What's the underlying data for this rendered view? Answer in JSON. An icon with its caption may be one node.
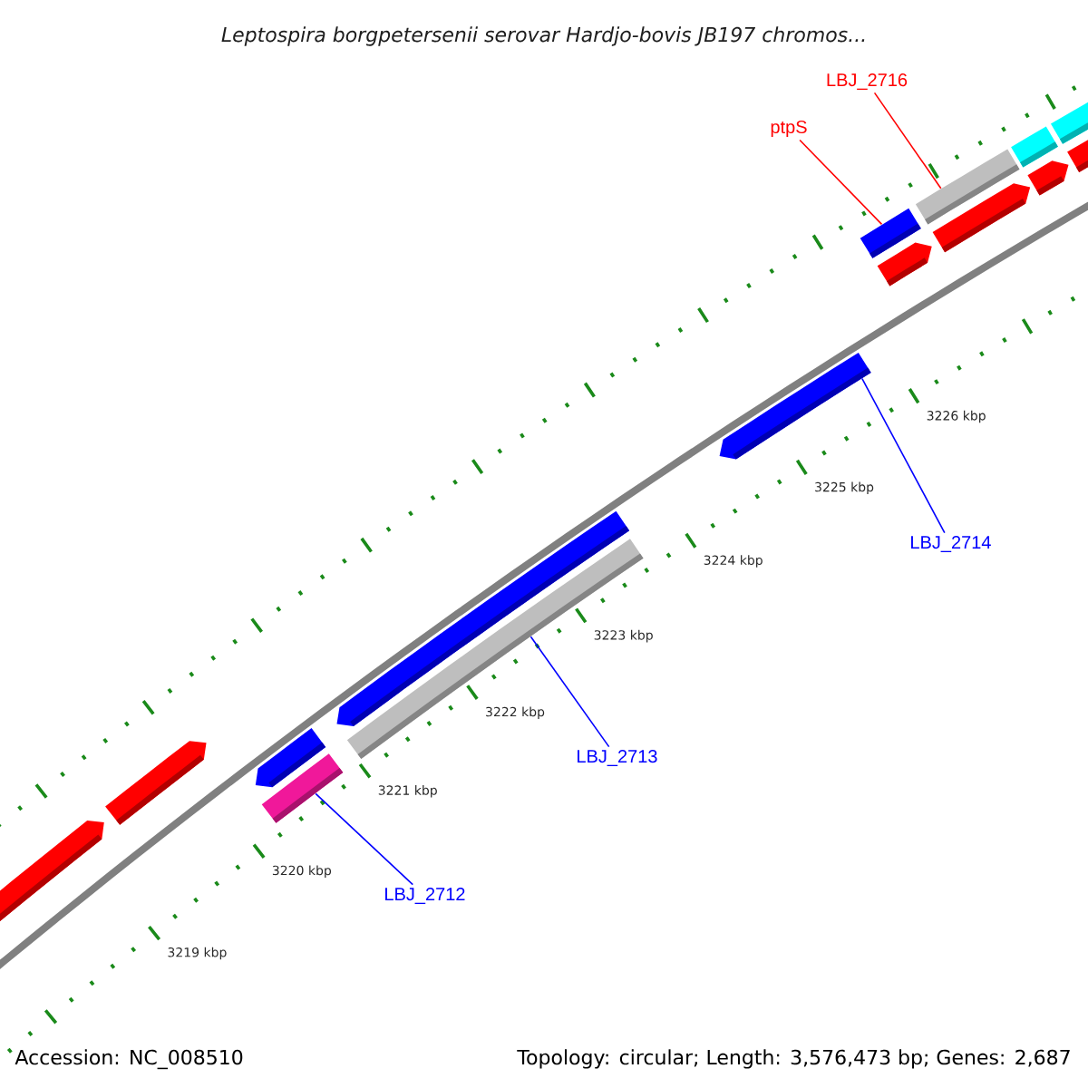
{
  "diagram": {
    "title": "Leptospira borgpetersenii serovar Hardjo-bovis JB197 chromos...",
    "nodes": [
      {
        "text": [
          "LBJ_2716"
        ]
      },
      {
        "text": [
          "ptpS"
        ]
      },
      {
        "text": [],
        "shape": "bar"
      },
      {
        "text": [],
        "shape": "bar"
      },
      {
        "text": [],
        "shape": "arrow"
      },
      {
        "text": [
          "LBJ_2714"
        ]
      },
      {
        "text": [],
        "shape": "bar"
      },
      {
        "text": [
          "LBJ_2713"
        ]
      },
      {
        "text": [],
        "shape": "bar"
      },
      {
        "text": [
          "LBJ_2712"
        ]
      }
    ],
    "edges": [
      {
        "from": 0,
        "to": 3,
        "arrow": "none",
        "color": "#ff0000"
      },
      {
        "from": 1,
        "to": 2,
        "arrow": "none",
        "color": "#ff0000"
      },
      {
        "from": 5,
        "to": 4,
        "arrow": "none"
      },
      {
        "from": 7,
        "to": 6,
        "arrow": "none"
      },
      {
        "from": 9,
        "to": 8,
        "arrow": "none"
      }
    ],
    "labels": [
      "3219 kbp",
      "3220 kbp",
      "3221 kbp",
      "3222 kbp",
      "3223 kbp",
      "3224 kbp",
      "3225 kbp",
      "3226 kbp",
      "Accession: NC_008510",
      "Topology: circular; Length: 3,576,473 bp; Genes: 2,687"
    ]
  }
}
